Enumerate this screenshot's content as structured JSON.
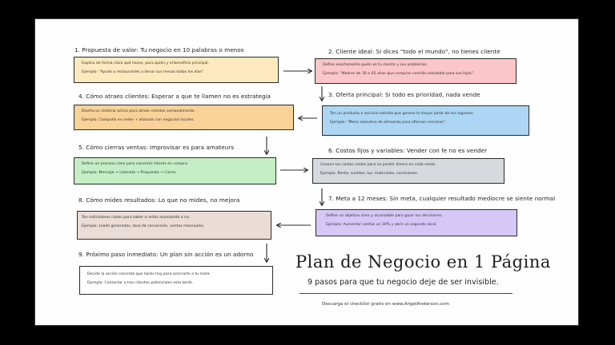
{
  "colors": {
    "step1": "#fde9bd",
    "step2": "#fbc6c9",
    "step3": "#acd6f4",
    "step4": "#f9d298",
    "step5": "#c5eec5",
    "step6": "#d6d9de",
    "step7": "#d5c8f7",
    "step8": "#eadcd6",
    "step9": "#ffffff"
  },
  "steps": [
    {
      "title": "1. Propuesta de valor: Tu negocio en 10 palabras o menos",
      "line1": "Explica de forma clara qué haces, para quién y el beneficio principal.",
      "line2": "Ejemplo: \"Ayudo a restaurantes a llenar sus mesas todos los días\"."
    },
    {
      "title": "2. Cliente ideal: Si dices \"todo el mundo\", no tienes cliente",
      "line1": "Define exactamente quién es tu cliente y sus problemas.",
      "line2": "Ejemplo: \"Madres de 30 a 45 años que compran comida saludable para sus hijos\"."
    },
    {
      "title": "3. Oferta principal: Si todo es prioridad, nada vende",
      "line1": "Ten un producto o servicio estrella que genere la mayor parte de tus ingresos.",
      "line2": "Ejemplo: \"Menú ejecutivo de almuerzo para oficinas cercanas\"."
    },
    {
      "title": "4. Cómo atraes clientes: Esperar a que te llamen no es estrategia",
      "line1": "Diseña un sistema activo para atraer clientes semanalmente.",
      "line2": "Ejemplo: Campaña en redes + alianzas con negocios locales."
    },
    {
      "title": "5. Cómo cierras ventas: Improvisar es para amateurs",
      "line1": "Define un proceso claro para convertir interés en compra.",
      "line2": "Ejemplo: Mensaje → Llamada → Propuesta → Cierre."
    },
    {
      "title": "6. Costos fijos y variables: Vender con fe no es vender",
      "line1": "Conoce tus costos reales para no perder dinero en cada venta.",
      "line2": "Ejemplo: Renta, sueldos, luz, materiales, comisiones."
    },
    {
      "title": "7. Meta a 12 meses: Sin meta, cualquier resultado mediocre se siente normal",
      "line1": "Define un objetivo claro y alcanzable para guiar tus decisiones.",
      "line2": "Ejemplo: Aumentar ventas un 30% y abrir un segundo local."
    },
    {
      "title": "8. Cómo mides resultados: Lo que no mides, no mejora",
      "line1": "Ten indicadores claros para saber si estás avanzando o no.",
      "line2": "Ejemplo: Leads generados, tasa de conversión, ventas mensuales."
    },
    {
      "title": "9. Próximo paso inmediato: Un plan sin acción es un adorno",
      "line1": "Decide la acción concreta que harás hoy para acercarte a tu meta.",
      "line2": "Ejemplo: Contactar a tres clientes potenciales esta tarde."
    }
  ],
  "main_title": "Plan de Negocio en 1 Página",
  "subtitle": "9 pasos para que tu negocio deje de ser invisible.",
  "cta": "Descarga el checklist gratis en www.AngelAnderson.com"
}
